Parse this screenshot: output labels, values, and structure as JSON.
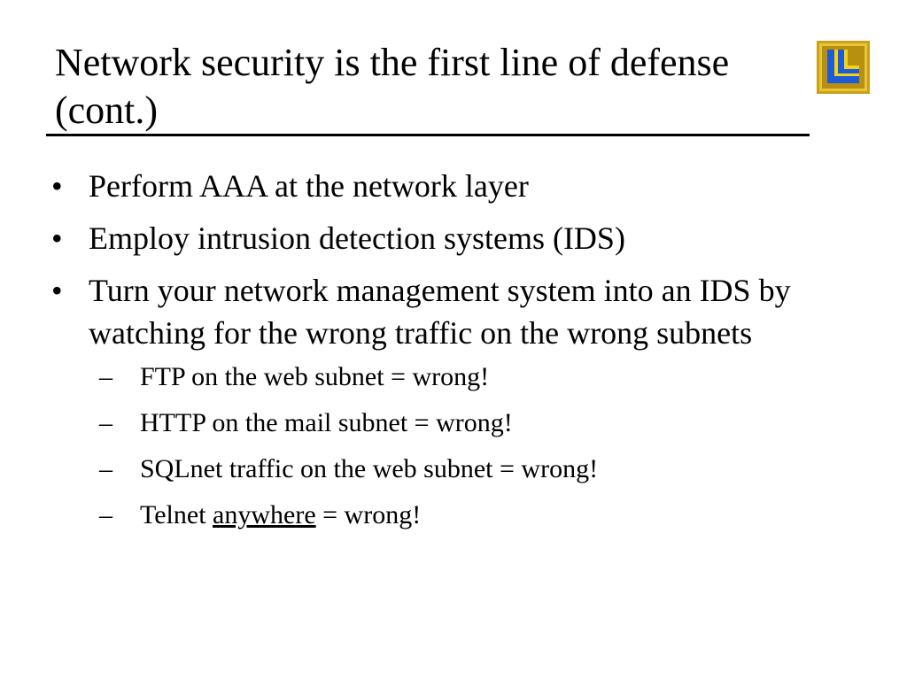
{
  "slide": {
    "title": "Network security is the first line of defense (cont.)",
    "logo": {
      "icon": "ll-logo-icon",
      "colors": {
        "frame": "#c9a21a",
        "blue": "#1e5bd6",
        "yellow": "#f2d21a"
      }
    },
    "bullet_mark": "•",
    "dash_mark": "–",
    "bullets": [
      {
        "text": "Perform AAA at the network layer"
      },
      {
        "text": "Employ intrusion detection systems (IDS)"
      },
      {
        "text": "Turn your network management system into an IDS by watching for the wrong traffic on the wrong subnets"
      }
    ],
    "subbullets": [
      {
        "text": "FTP on the web subnet = wrong!"
      },
      {
        "text": "HTTP on the mail subnet = wrong!"
      },
      {
        "text": "SQLnet traffic on the web subnet = wrong!"
      },
      {
        "pre": "Telnet ",
        "emph": "anywhere",
        "post": " = wrong!"
      }
    ]
  }
}
